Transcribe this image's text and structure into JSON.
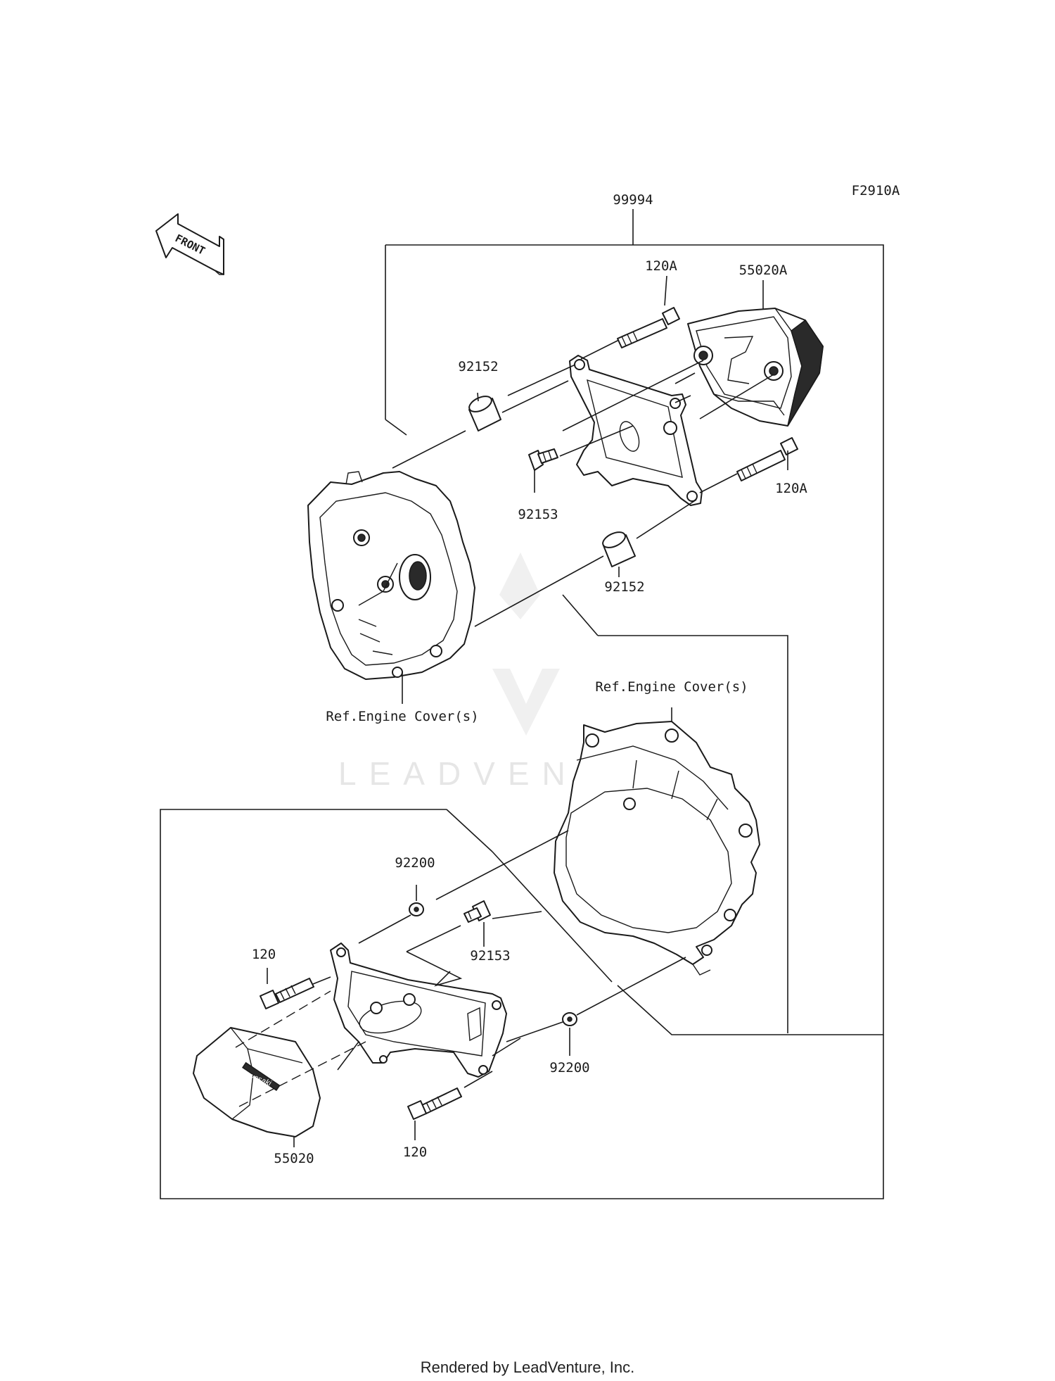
{
  "figure_code": "F2910A",
  "front_label": "FRONT",
  "watermark": "LEADVENTURE",
  "footer": "Rendered by LeadVenture, Inc.",
  "labels": {
    "kit": "99994",
    "bolt_top": "120A",
    "slider_top": "55020A",
    "collar_top_left": "92152",
    "screw_top": "92153",
    "bolt_right": "120A",
    "collar_mid": "92152",
    "ref_left": "Ref.Engine Cover(s)",
    "ref_right": "Ref.Engine Cover(s)",
    "washer_upper": "92200",
    "screw_lower": "92153",
    "bolt_lower_left": "120",
    "washer_lower": "92200",
    "bolt_bottom": "120",
    "slider_bottom": "55020"
  },
  "slider_logo": "Kawasaki"
}
